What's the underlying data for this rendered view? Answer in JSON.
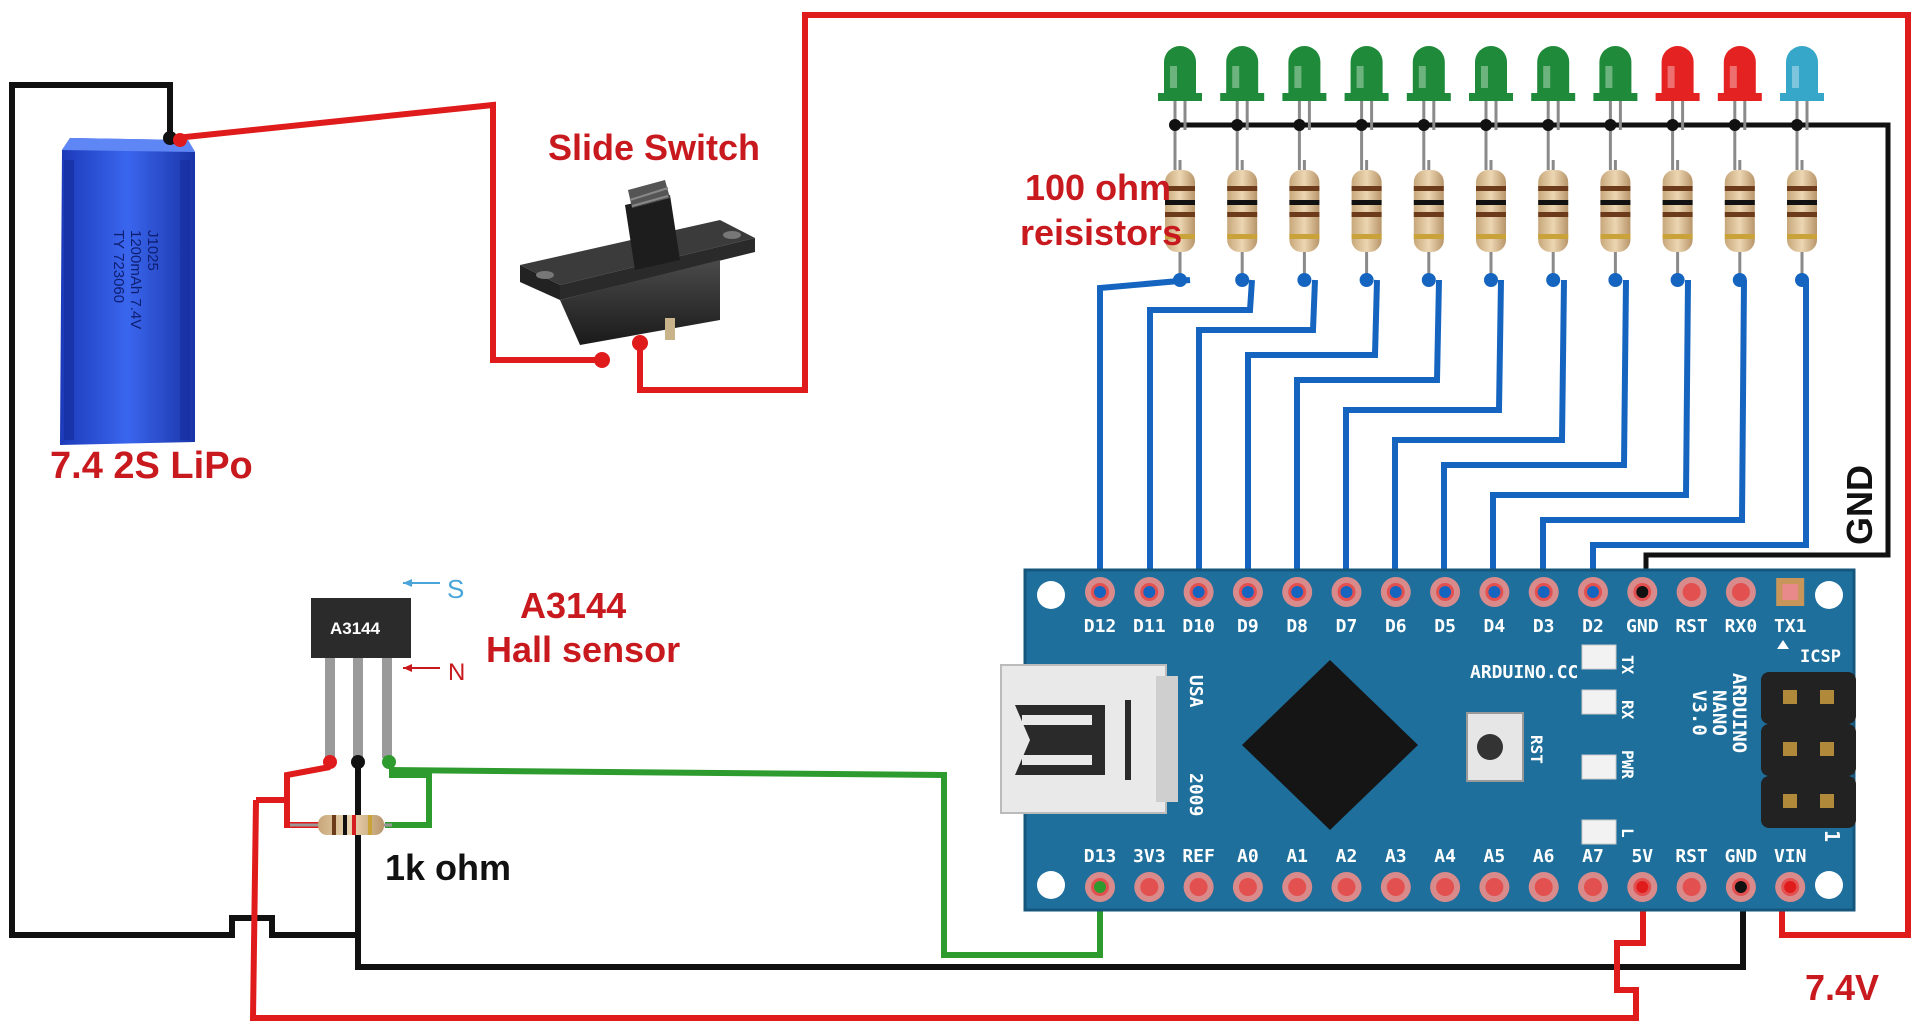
{
  "labels": {
    "battery": "7.4 2S LiPo",
    "battery_print": [
      "TY 723060",
      "1200mAh 7.4V",
      "J1025"
    ],
    "switch": "Slide Switch",
    "resistors_line1": "100 ohm",
    "resistors_line2": "reisistors",
    "sensor_name": "A3144",
    "sensor_line1": "A3144",
    "sensor_line2": "Hall sensor",
    "sensor_s": "S",
    "sensor_n": "N",
    "pullup": "1k ohm",
    "gnd_wire": "GND",
    "vin_wire": "7.4V"
  },
  "board": {
    "top_pins": [
      "D12",
      "D11",
      "D10",
      "D9",
      "D8",
      "D7",
      "D6",
      "D5",
      "D4",
      "D3",
      "D2",
      "GND",
      "RST",
      "RX0",
      "TX1"
    ],
    "bottom_pins": [
      "D13",
      "3V3",
      "REF",
      "A0",
      "A1",
      "A2",
      "A3",
      "A4",
      "A5",
      "A6",
      "A7",
      "5V",
      "RST",
      "GND",
      "VIN"
    ],
    "side_labels": [
      "TX",
      "RX",
      "PWR",
      "L"
    ],
    "brand": "ARDUINO.CC",
    "model": [
      "ARDUINO",
      "NANO",
      "V3.0"
    ],
    "icsp": "ICSP",
    "usa": "USA",
    "year": "2009",
    "rst_button": "RST",
    "icsp_num": "1"
  },
  "leds": [
    "green",
    "green",
    "green",
    "green",
    "green",
    "green",
    "green",
    "green",
    "red",
    "red",
    "blue"
  ],
  "colors": {
    "wire_red": "#e01b1b",
    "wire_black": "#111111",
    "wire_blue": "#1565c0",
    "wire_green": "#2e9b2e",
    "board": "#1e6f9c",
    "led_green": "#1f8a3a",
    "led_red": "#e52222",
    "led_blue": "#36a7c9",
    "battery": "#2a4fd6"
  }
}
